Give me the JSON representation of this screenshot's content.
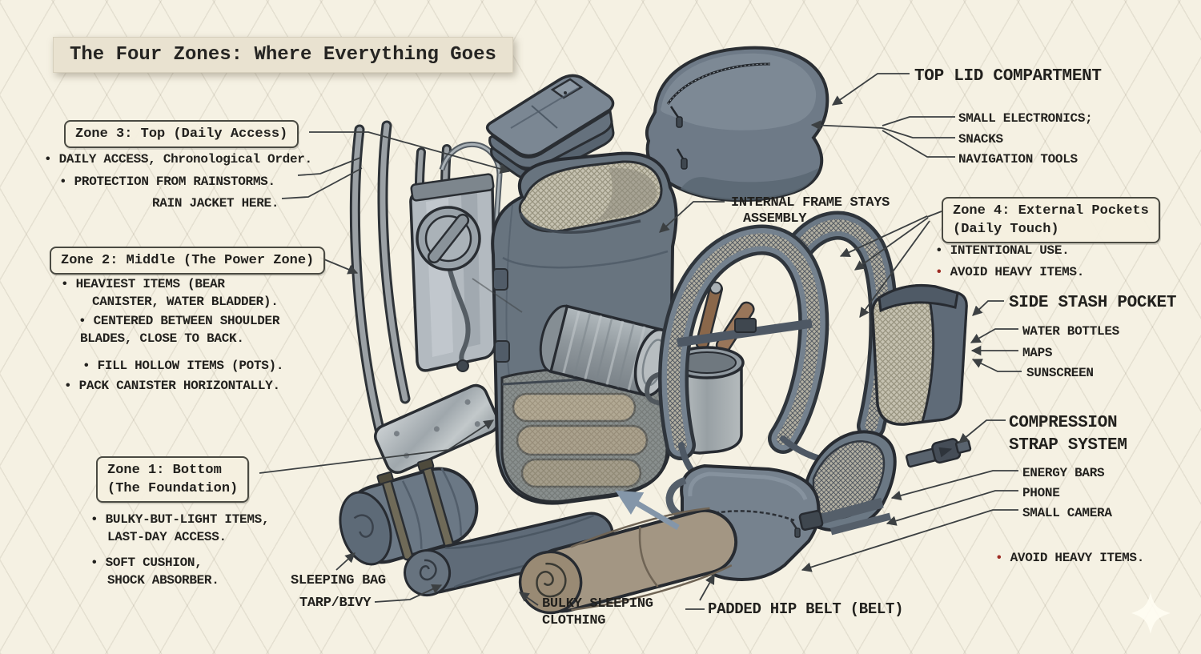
{
  "title": "The Four Zones: Where Everything Goes",
  "colors": {
    "paper": "#f5f1e3",
    "ink": "#22211e",
    "red_bullet": "#9e2b23",
    "pack_slate": "#68747f",
    "steel_arrow": "#8496a9"
  },
  "zones": {
    "zone3": {
      "heading": "Zone 3: Top (Daily Access)",
      "bullet1": "DAILY ACCESS, Chronological Order.",
      "bullet2": "PROTECTION FROM RAINSTORMS.",
      "bullet3": "RAIN JACKET HERE."
    },
    "zone2": {
      "heading": "Zone 2: Middle (The Power Zone)",
      "b1l1": "HEAVIEST ITEMS (BEAR",
      "b1l2": "CANISTER, WATER BLADDER).",
      "b2l1": "CENTERED BETWEEN SHOULDER",
      "b2l2": "BLADES, CLOSE TO BACK.",
      "b3": "FILL HOLLOW ITEMS (POTS).",
      "b4": "PACK CANISTER HORIZONTALLY."
    },
    "zone1": {
      "heading1": "Zone 1: Bottom",
      "heading2": "(The Foundation)",
      "b1l1": "BULKY-BUT-LIGHT ITEMS,",
      "b1l2": "LAST-DAY ACCESS.",
      "b2l1": "SOFT CUSHION,",
      "b2l2": "SHOCK ABSORBER."
    },
    "zone4": {
      "heading1": "Zone 4: External Pockets",
      "heading2": "(Daily Touch)",
      "b1": "INTENTIONAL USE.",
      "b2": "AVOID HEAVY ITEMS."
    }
  },
  "callouts": {
    "top_lid": {
      "title": "TOP LID COMPARTMENT",
      "items": [
        "SMALL ELECTRONICS;",
        "SNACKS",
        "NAVIGATION TOOLS"
      ]
    },
    "internal_frame": {
      "line1": "INTERNAL FRAME STAYS",
      "line2": "ASSEMBLY"
    },
    "side_pocket": {
      "title": "SIDE STASH POCKET",
      "items": [
        "WATER BOTTLES",
        "MAPS",
        "SUNSCREEN"
      ]
    },
    "compression": {
      "line1": "COMPRESSION",
      "line2": "STRAP SYSTEM",
      "items": [
        "ENERGY BARS",
        "PHONE",
        "SMALL CAMERA"
      ],
      "warning": "AVOID HEAVY ITEMS."
    },
    "bottom": {
      "sleeping_bag": "SLEEPING BAG",
      "tarp": "TARP/BIVY",
      "bulky1": "BULKY SLEEPING",
      "bulky2": "CLOTHING",
      "hip_belt": "PADDED HIP BELT (BELT)"
    }
  }
}
